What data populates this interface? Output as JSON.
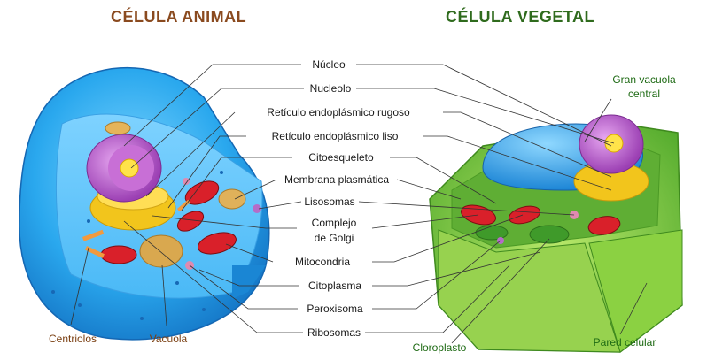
{
  "titles": {
    "animal": "CÉLULA ANIMAL",
    "vegetal": "CÉLULA VEGETAL"
  },
  "labels": {
    "nucleo": "Núcleo",
    "nucleolo": "Nucleolo",
    "rer": "Retículo endoplásmico rugoso",
    "rel": "Retículo endoplásmico liso",
    "citoesqueleto": "Citoesqueleto",
    "membrana": "Membrana plasmática",
    "lisosomas": "Lisosomas",
    "golgi_1": "Complejo",
    "golgi_2": "de Golgi",
    "mitocondria": "Mitocondria",
    "citoplasma": "Citoplasma",
    "peroxisoma": "Peroxisoma",
    "ribosomas": "Ribosomas",
    "centriolos": "Centriolos",
    "vacuola": "Vacuola",
    "gran_vacuola_1": "Gran vacuola",
    "gran_vacuola_2": "central",
    "cloroplasto": "Cloroplasto",
    "pared": "Pared celular"
  },
  "colors": {
    "animal_title": "#8a4a1f",
    "vegetal_title": "#2f6b1d",
    "cytoplasm_blue": "#2aa8ee",
    "nucleus_purple": "#b04fc4",
    "golgi_yellow": "#f2c51c",
    "mitochondria_red": "#d9202a",
    "wall_green": "#6cc03a",
    "vacuole_blue": "#2c9de6"
  }
}
